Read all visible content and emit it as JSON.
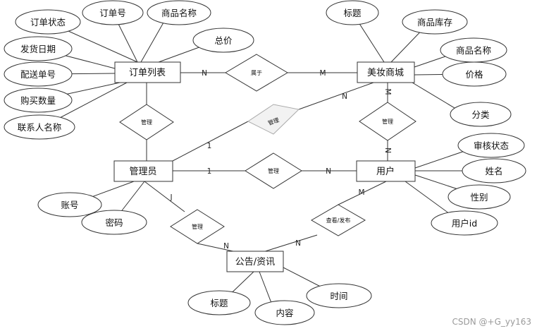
{
  "entities": {
    "order_list": "订单列表",
    "mall": "美妆商城",
    "admin": "管理员",
    "user": "用户",
    "notice": "公告/资讯"
  },
  "relationships": {
    "belongs": "属于",
    "manage_order": "管理",
    "manage_mall": "管理",
    "manage_mall_user": "管理",
    "manage_user": "管理",
    "manage_notice": "管理",
    "view_publish": "查看/发布"
  },
  "attributes": {
    "order_status": "订单状态",
    "order_no": "订单号",
    "order_product_name": "商品名称",
    "total_price": "总价",
    "ship_date": "发货日期",
    "delivery_no": "配送单号",
    "purchase_qty": "购买数量",
    "contact_name": "联系人名称",
    "mall_title": "标题",
    "stock": "商品库存",
    "mall_product_name": "商品名称",
    "price": "价格",
    "category": "分类",
    "audit_status": "审核状态",
    "name": "姓名",
    "gender": "性别",
    "user_id": "用户id",
    "account": "账号",
    "password": "密码",
    "notice_title": "标题",
    "content": "内容",
    "time": "时间"
  },
  "cardinalities": {
    "order_belongs": "N",
    "mall_belongs": "M",
    "admin_mall": "1",
    "mall_admin": "N",
    "mall_user_m": "M",
    "user_mall_n": "N",
    "admin_user": "1",
    "user_admin": "N",
    "admin_notice": "J",
    "notice_admin": "N",
    "user_notice": "M",
    "notice_user": "N"
  },
  "watermark": "CSDN @+G_yy163"
}
